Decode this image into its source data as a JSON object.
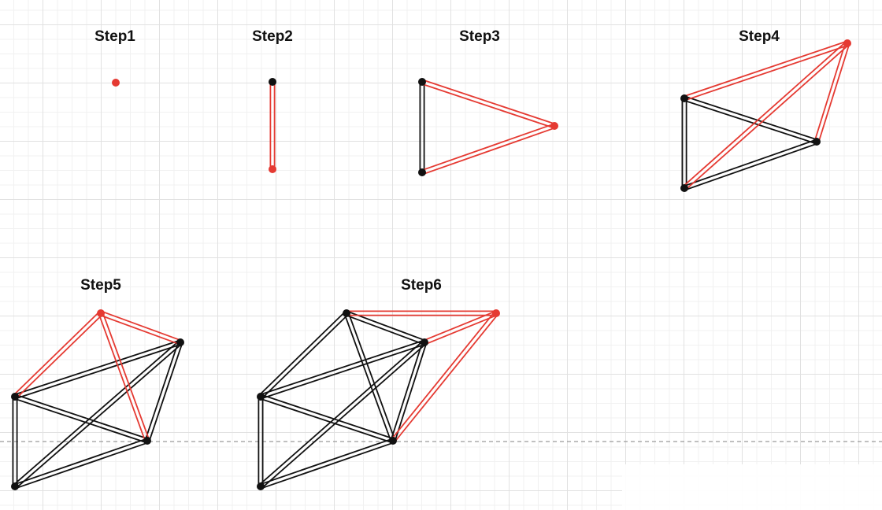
{
  "colors": {
    "black": "#111111",
    "red": "#e53a32",
    "baseline": "#9a9a9a"
  },
  "steps": [
    {
      "title": "Step1"
    },
    {
      "title": "Step2"
    },
    {
      "title": "Step3"
    },
    {
      "title": "Step4"
    },
    {
      "title": "Step5"
    },
    {
      "title": "Step6"
    }
  ]
}
